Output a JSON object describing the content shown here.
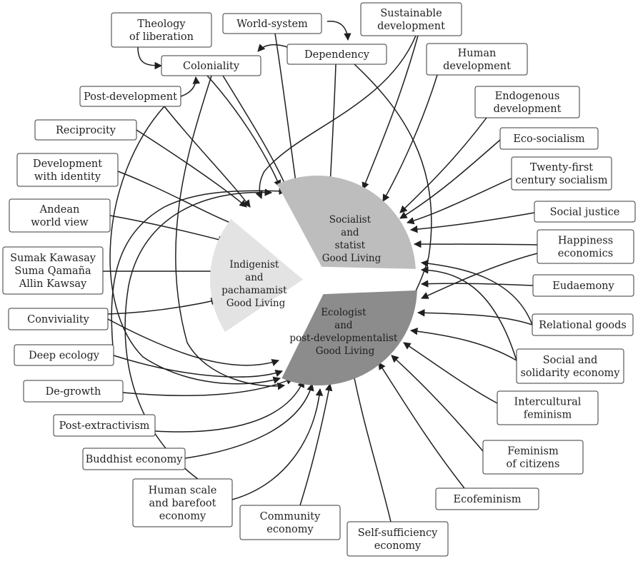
{
  "center": {
    "sectors": [
      {
        "id": "indigenist",
        "lines": [
          "Indigenist",
          "and",
          "pachamamist",
          "Good Living"
        ],
        "color": "#e3e3e3"
      },
      {
        "id": "socialist",
        "lines": [
          "Socialist",
          "and",
          "statist",
          "Good Living"
        ],
        "color": "#bdbdbd"
      },
      {
        "id": "ecologist",
        "lines": [
          "Ecologist",
          "and",
          "post-developmentalist",
          "Good Living"
        ],
        "color": "#8c8c8c"
      }
    ]
  },
  "nodes": [
    {
      "id": "theology",
      "lines": [
        "Theology",
        "of liberation"
      ]
    },
    {
      "id": "world_system",
      "lines": [
        "World-system"
      ]
    },
    {
      "id": "sustainable",
      "lines": [
        "Sustainable",
        "development"
      ]
    },
    {
      "id": "coloniality",
      "lines": [
        "Coloniality"
      ]
    },
    {
      "id": "dependency",
      "lines": [
        "Dependency"
      ]
    },
    {
      "id": "human_dev",
      "lines": [
        "Human",
        "development"
      ]
    },
    {
      "id": "post_dev",
      "lines": [
        "Post-development"
      ]
    },
    {
      "id": "endogenous",
      "lines": [
        "Endogenous",
        "development"
      ]
    },
    {
      "id": "reciprocity",
      "lines": [
        "Reciprocity"
      ]
    },
    {
      "id": "eco_socialism",
      "lines": [
        "Eco-socialism"
      ]
    },
    {
      "id": "dev_identity",
      "lines": [
        "Development",
        "with identity"
      ]
    },
    {
      "id": "socialism21",
      "lines": [
        "Twenty-first",
        "century socialism"
      ]
    },
    {
      "id": "andean",
      "lines": [
        "Andean",
        "world view"
      ]
    },
    {
      "id": "social_justice",
      "lines": [
        "Social justice"
      ]
    },
    {
      "id": "sumak",
      "lines": [
        "Sumak Kawasay",
        "Suma Qamaña",
        "Allin Kawsay"
      ]
    },
    {
      "id": "happiness",
      "lines": [
        "Happiness",
        "economics"
      ]
    },
    {
      "id": "conviviality",
      "lines": [
        "Conviviality"
      ]
    },
    {
      "id": "eudaemony",
      "lines": [
        "Eudaemony"
      ]
    },
    {
      "id": "relational",
      "lines": [
        "Relational goods"
      ]
    },
    {
      "id": "deep_ecology",
      "lines": [
        "Deep ecology"
      ]
    },
    {
      "id": "social_solidarity",
      "lines": [
        "Social and",
        "solidarity economy"
      ]
    },
    {
      "id": "degrowth",
      "lines": [
        "De-growth"
      ]
    },
    {
      "id": "intercultural",
      "lines": [
        "Intercultural",
        "feminism"
      ]
    },
    {
      "id": "post_extractivism",
      "lines": [
        "Post-extractivism"
      ]
    },
    {
      "id": "feminism_citizens",
      "lines": [
        "Feminism",
        "of citizens"
      ]
    },
    {
      "id": "buddhist",
      "lines": [
        "Buddhist economy"
      ]
    },
    {
      "id": "ecofeminism",
      "lines": [
        "Ecofeminism"
      ]
    },
    {
      "id": "human_scale",
      "lines": [
        "Human scale",
        "and barefoot",
        "economy"
      ]
    },
    {
      "id": "community",
      "lines": [
        "Community",
        "economy"
      ]
    },
    {
      "id": "self_sufficiency",
      "lines": [
        "Self-sufficiency",
        "economy"
      ]
    }
  ],
  "edges": [
    {
      "from": "theology",
      "to": "coloniality"
    },
    {
      "from": "dependency",
      "to": "world_system"
    },
    {
      "from": "dependency",
      "to": "sustainable"
    },
    {
      "from": "post_dev",
      "to": "coloniality"
    },
    {
      "from": "coloniality",
      "to": "socialist"
    },
    {
      "from": "coloniality",
      "to": "socialist"
    },
    {
      "from": "coloniality",
      "to": "ecologist"
    },
    {
      "from": "world_system",
      "to": "socialist"
    },
    {
      "from": "dependency",
      "to": "socialist"
    },
    {
      "from": "dependency",
      "to": "ecologist"
    },
    {
      "from": "sustainable",
      "to": "socialist"
    },
    {
      "from": "sustainable",
      "to": "indigenist"
    },
    {
      "from": "human_dev",
      "to": "socialist"
    },
    {
      "from": "endogenous",
      "to": "socialist"
    },
    {
      "from": "eco_socialism",
      "to": "socialist"
    },
    {
      "from": "socialism21",
      "to": "socialist"
    },
    {
      "from": "social_justice",
      "to": "socialist"
    },
    {
      "from": "happiness",
      "to": "socialist"
    },
    {
      "from": "happiness",
      "to": "ecologist"
    },
    {
      "from": "eudaemony",
      "to": "socialist"
    },
    {
      "from": "relational",
      "to": "socialist"
    },
    {
      "from": "relational",
      "to": "ecologist"
    },
    {
      "from": "social_solidarity",
      "to": "socialist"
    },
    {
      "from": "social_solidarity",
      "to": "ecologist"
    },
    {
      "from": "intercultural",
      "to": "ecologist"
    },
    {
      "from": "feminism_citizens",
      "to": "ecologist"
    },
    {
      "from": "ecofeminism",
      "to": "ecologist"
    },
    {
      "from": "self_sufficiency",
      "to": "ecologist"
    },
    {
      "from": "community",
      "to": "ecologist"
    },
    {
      "from": "human_scale",
      "to": "ecologist"
    },
    {
      "from": "buddhist",
      "to": "ecologist"
    },
    {
      "from": "post_extractivism",
      "to": "ecologist"
    },
    {
      "from": "degrowth",
      "to": "ecologist"
    },
    {
      "from": "deep_ecology",
      "to": "ecologist"
    },
    {
      "from": "conviviality",
      "to": "ecologist"
    },
    {
      "from": "conviviality",
      "to": "indigenist"
    },
    {
      "from": "sumak",
      "to": "indigenist"
    },
    {
      "from": "andean",
      "to": "indigenist"
    },
    {
      "from": "dev_identity",
      "to": "indigenist"
    },
    {
      "from": "reciprocity",
      "to": "indigenist"
    },
    {
      "from": "post_dev",
      "to": "indigenist"
    },
    {
      "from": "post_dev",
      "to": "ecologist"
    },
    {
      "from": "human_scale",
      "to": "socialist"
    },
    {
      "from": "deep_ecology",
      "to": "socialist"
    }
  ]
}
